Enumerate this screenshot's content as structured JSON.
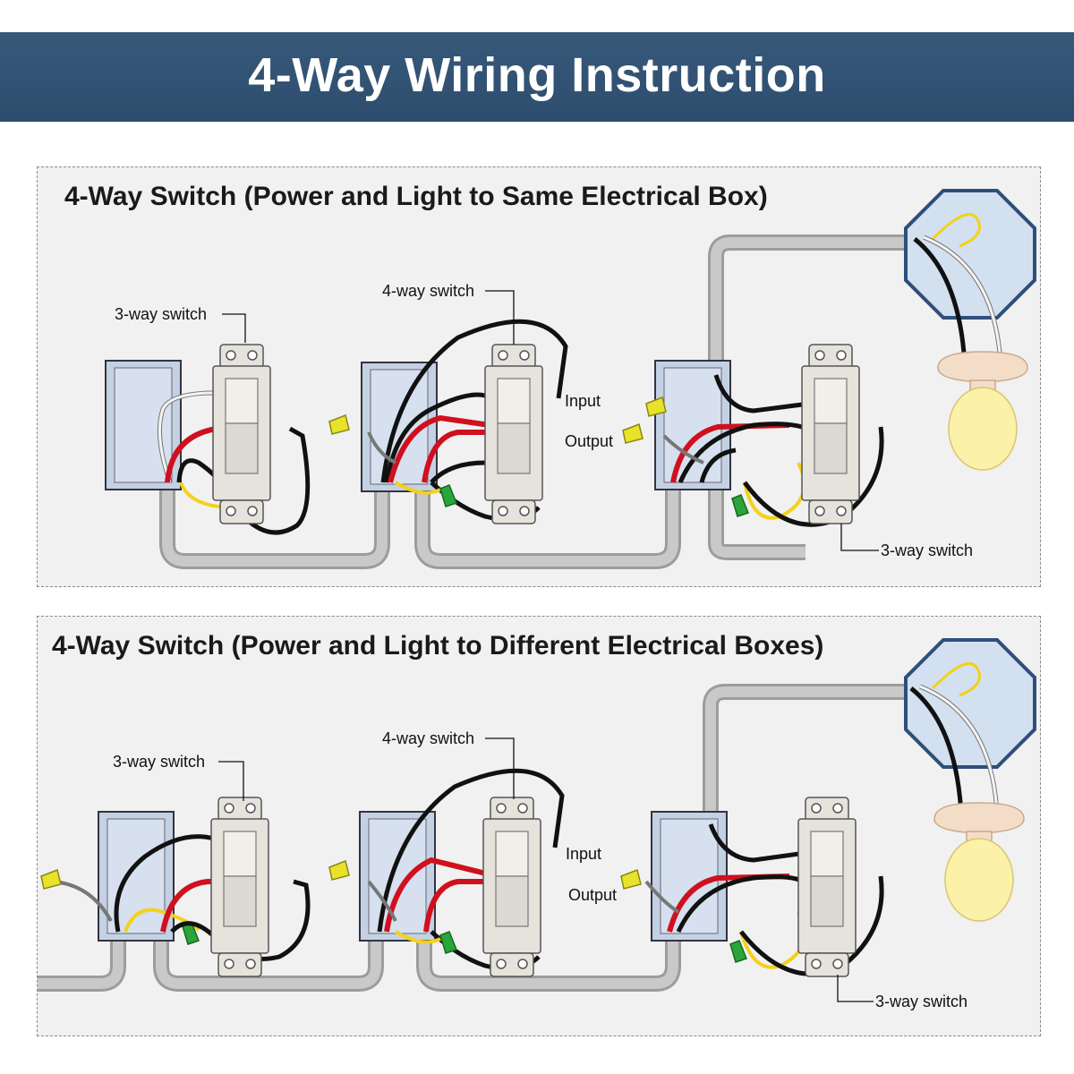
{
  "banner": {
    "title": "4-Way Wiring Instruction"
  },
  "panels": [
    {
      "title": "4-Way Switch (Power and Light to Same Electrical Box)",
      "labels": {
        "three_way_left": "3-way switch",
        "four_way": "4-way switch",
        "input": "Input",
        "output": "Output",
        "three_way_right": "3-way switch"
      }
    },
    {
      "title": "4-Way Switch (Power and Light to Different Electrical Boxes)",
      "labels": {
        "three_way_left": "3-way switch",
        "four_way": "4-way switch",
        "input": "Input",
        "output": "Output",
        "three_way_right": "3-way switch"
      }
    }
  ],
  "colors": {
    "banner": "#2f5070",
    "hot_wire": "#d0101e",
    "black_wire": "#111111",
    "white_wire": "#f4f4f4",
    "neutral_yellow": "#f2d21b",
    "cable": "#b8b8b8",
    "box": "#c4d1e3",
    "switch_body": "#e6e2dc",
    "wire_nut_yellow": "#e8e22a",
    "wire_nut_green": "#2aa53a",
    "bulb": "#fbf1a8"
  },
  "icons": [
    "electrical-box-icon",
    "switch-icon",
    "wire-nut-icon",
    "light-fixture-icon",
    "light-bulb-icon"
  ]
}
